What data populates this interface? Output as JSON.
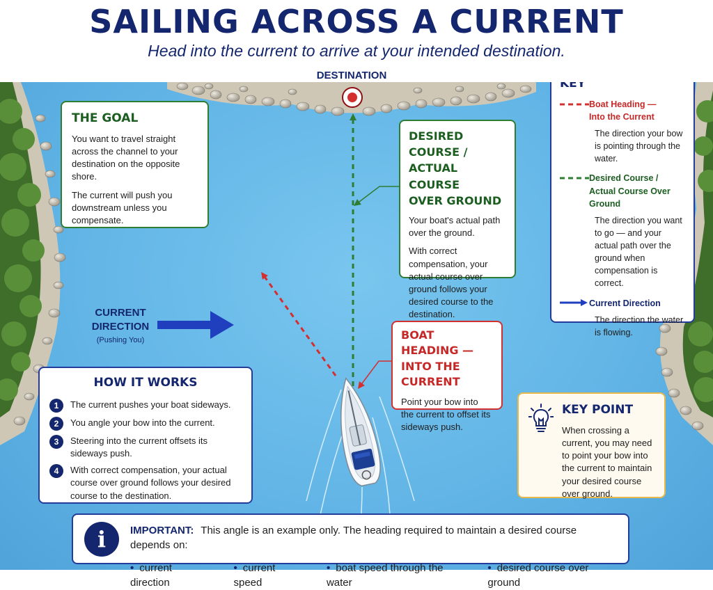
{
  "header": {
    "title": "SAILING ACROSS A CURRENT",
    "subtitle": "Head into the current to arrive at your intended destination."
  },
  "destination_label": "DESTINATION",
  "current_label": {
    "line1": "CURRENT",
    "line2": "DIRECTION",
    "sub": "(Pushing You)"
  },
  "goal": {
    "title": "THE GOAL",
    "p1": "You want to travel straight across the channel to your destination on the opposite shore.",
    "p2": "The current will push you downstream unless you compensate."
  },
  "desired_course": {
    "title_l1": "DESIRED COURSE /",
    "title_l2": "ACTUAL COURSE",
    "title_l3": "OVER GROUND",
    "p1": "Your boat's actual path over the ground.",
    "p2": "With correct compensation, your actual course over ground follows your desired course to the destination."
  },
  "boat_heading": {
    "title_l1": "BOAT HEADING —",
    "title_l2": "INTO THE CURRENT",
    "p1": "Point your bow into the current to offset its sideways push."
  },
  "how_it_works": {
    "title": "HOW IT WORKS",
    "steps": [
      {
        "num": "1",
        "text": "The current pushes your boat sideways."
      },
      {
        "num": "2",
        "text": "You angle your bow into the current."
      },
      {
        "num": "3",
        "text": "Steering into the current offsets its sideways push."
      },
      {
        "num": "4",
        "text": "With correct compensation, your actual course over ground follows your desired course to the destination."
      }
    ]
  },
  "key": {
    "title": "KEY",
    "items": [
      {
        "label_l1": "Boat Heading —",
        "label_l2": "Into the Current",
        "desc": "The direction your bow is pointing through the water."
      },
      {
        "label_l1": "Desired Course /",
        "label_l2": "Actual Course Over Ground",
        "desc": "The direction you want to go — and your actual path over the ground when compensation is correct."
      },
      {
        "label_l1": "Current Direction",
        "label_l2": "",
        "desc": "The direction the water is flowing."
      }
    ]
  },
  "key_point": {
    "title": "KEY POINT",
    "text": "When crossing a current, you may need to point your bow into the current to maintain your desired course over ground."
  },
  "important": {
    "label": "IMPORTANT:",
    "text": "This angle is an example only. The heading required to maintain a desired course depends on:",
    "bullets": [
      "current direction",
      "current speed",
      "boat speed through the water",
      "desired course over ground"
    ]
  },
  "colors": {
    "navy": "#14266e",
    "heading_red": "#d32f2f",
    "course_green": "#2e7d32",
    "current_blue": "#1f3fbf",
    "water": "#62b5e6"
  },
  "icons": {
    "destination": "target-icon",
    "key_point": "lightbulb-icon",
    "important": "info-icon"
  }
}
